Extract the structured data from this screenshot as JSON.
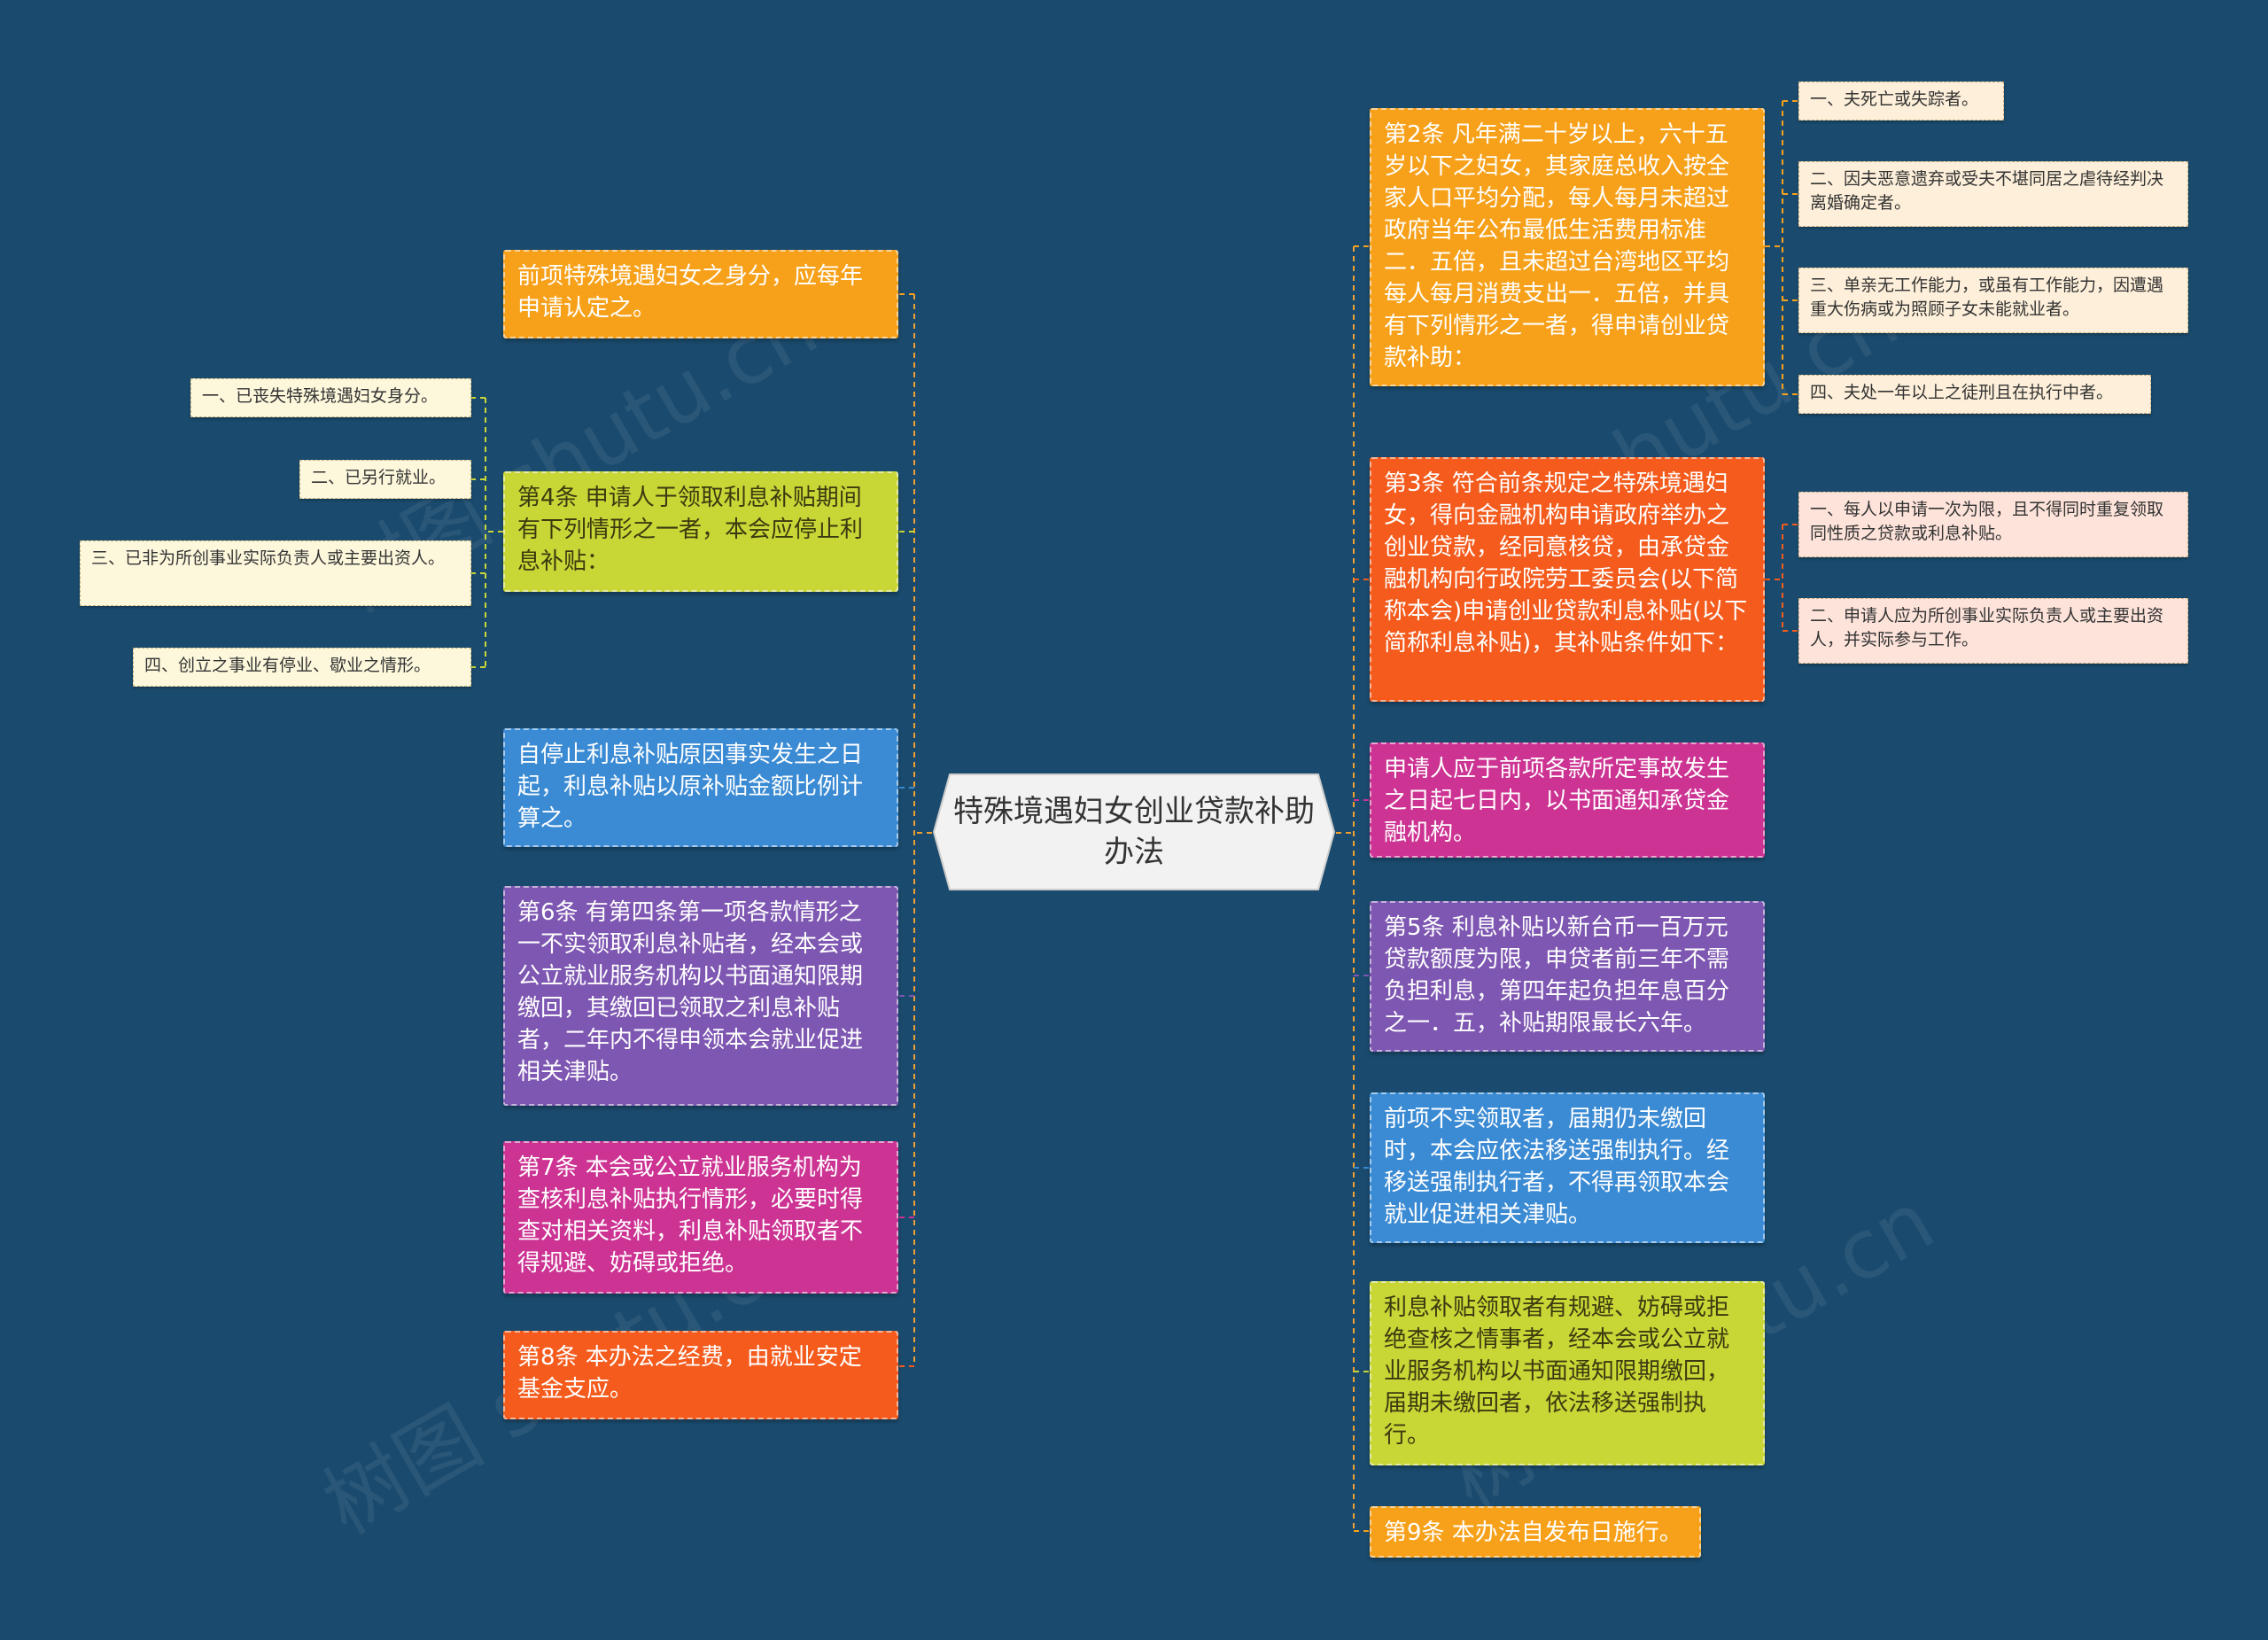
{
  "center": {
    "title": "特殊境遇妇女创业贷款补助办法"
  },
  "left_nodes": [
    {
      "id": "L1",
      "text": "前项特殊境遇妇女之身分，应每年申请认定之。"
    },
    {
      "id": "L2",
      "text": "第4条 申请人于领取利息补贴期间有下列情形之一者，本会应停止利息补贴："
    },
    {
      "id": "L3",
      "text": "自停止利息补贴原因事实发生之日起，利息补贴以原补贴金额比例计算之。"
    },
    {
      "id": "L4",
      "text": "第6条 有第四条第一项各款情形之一不实领取利息补贴者，经本会或公立就业服务机构以书面通知限期缴回，其缴回已领取之利息补贴者，二年内不得申领本会就业促进相关津贴。"
    },
    {
      "id": "L5",
      "text": "第7条 本会或公立就业服务机构为查核利息补贴执行情形，必要时得查对相关资料，利息补贴领取者不得规避、妨碍或拒绝。"
    },
    {
      "id": "L6",
      "text": "第8条 本办法之经费，由就业安定基金支应。"
    }
  ],
  "left_leaves": [
    {
      "text": "一、已丧失特殊境遇妇女身分。"
    },
    {
      "text": "二、已另行就业。"
    },
    {
      "text": "三、已非为所创事业实际负责人或主要出资人。"
    },
    {
      "text": "四、创立之事业有停业、歇业之情形。"
    }
  ],
  "right_nodes": [
    {
      "id": "R1",
      "text": "第2条 凡年满二十岁以上，六十五岁以下之妇女，其家庭总收入按全家人口平均分配，每人每月未超过政府当年公布最低生活费用标准二．五倍，且未超过台湾地区平均每人每月消费支出一．五倍，并具有下列情形之一者，得申请创业贷款补助："
    },
    {
      "id": "R2",
      "text": "第3条 符合前条规定之特殊境遇妇女，得向金融机构申请政府举办之创业贷款，经同意核贷，由承贷金融机构向行政院劳工委员会(以下简称本会)申请创业贷款利息补贴(以下简称利息补贴)，其补贴条件如下："
    },
    {
      "id": "R3",
      "text": "申请人应于前项各款所定事故发生之日起七日内，以书面通知承贷金融机构。"
    },
    {
      "id": "R4",
      "text": "第5条 利息补贴以新台币一百万元贷款额度为限，申贷者前三年不需负担利息，第四年起负担年息百分之一．五，补贴期限最长六年。"
    },
    {
      "id": "R5",
      "text": "前项不实领取者，届期仍未缴回时，本会应依法移送强制执行。经移送强制执行者，不得再领取本会就业促进相关津贴。"
    },
    {
      "id": "R6",
      "text": "利息补贴领取者有规避、妨碍或拒绝查核之情事者，经本会或公立就业服务机构以书面通知限期缴回，届期未缴回者，依法移送强制执行。"
    },
    {
      "id": "R7",
      "text": "第9条 本办法自发布日施行。"
    }
  ],
  "right_leaves_r1": [
    {
      "text": "一、夫死亡或失踪者。"
    },
    {
      "text": "二、因夫恶意遗弃或受夫不堪同居之虐待经判决离婚确定者。"
    },
    {
      "text": "三、单亲无工作能力，或虽有工作能力，因遭遇重大伤病或为照顾子女未能就业者。"
    },
    {
      "text": "四、夫处一年以上之徒刑且在执行中者。"
    }
  ],
  "right_leaves_r2": [
    {
      "text": "一、每人以申请一次为限，且不得同时重复领取同性质之贷款或利息补贴。"
    },
    {
      "text": "二、申请人应为所创事业实际负责人或主要出资人，并实际参与工作。"
    }
  ],
  "watermark": "树图 shutu.cn",
  "colors": {
    "background": "#1a4b6e",
    "orange": "#f7a11a",
    "lime": "#c8d636",
    "blue": "#3b8bd4",
    "purple": "#7e57b2",
    "magenta": "#cc3393",
    "red": "#f45b1c"
  }
}
